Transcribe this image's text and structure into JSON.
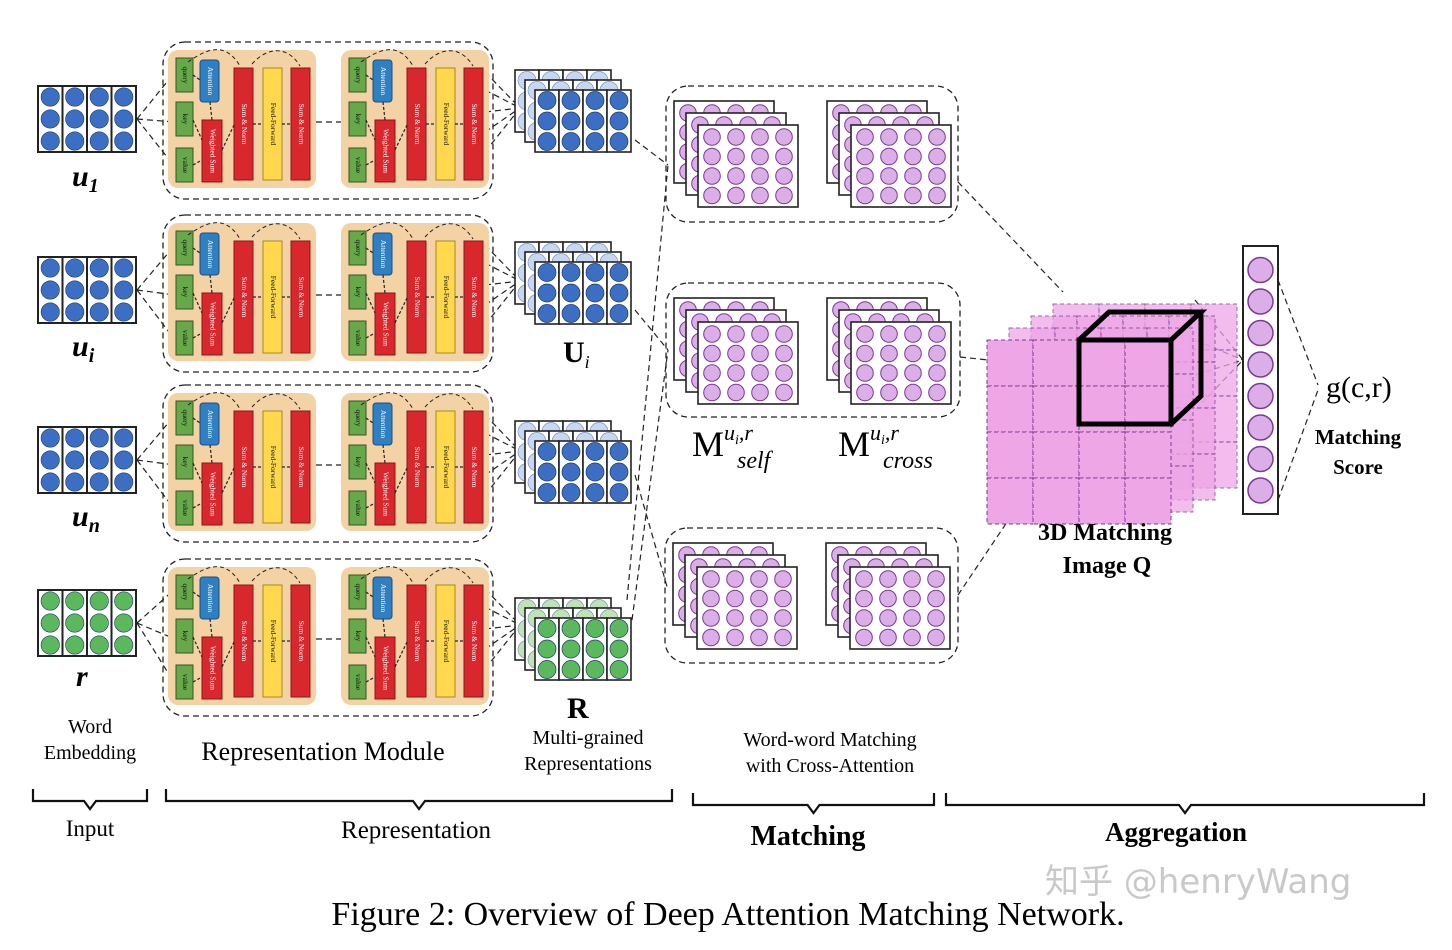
{
  "inputs": [
    {
      "label": "u",
      "sub": "1",
      "color": "#3c6fc4"
    },
    {
      "label": "u",
      "sub": "i",
      "color": "#3c6fc4"
    },
    {
      "label": "u",
      "sub": "n",
      "color": "#3c6fc4"
    },
    {
      "label": "r",
      "sub": "",
      "color": "#5cb85c"
    }
  ],
  "block_labels": {
    "query": "query",
    "key": "key",
    "value": "value",
    "attention": "Attention",
    "weighted_sum": "Weighted Sum",
    "sum_norm": "Sum & Norm",
    "feed_forward": "Feed-Forward"
  },
  "rep_labels": {
    "U_i": "U",
    "U_i_sub": "i",
    "R": "R",
    "multi_grained_1": "Multi-grained",
    "multi_grained_2": "Representations"
  },
  "matching_labels": {
    "M_self": "M",
    "M_self_sup": "u",
    "M_self_sup_sub": "i",
    "M_self_sup_tail": ",r",
    "M_self_sub": "self",
    "M_cross": "M",
    "M_cross_sup": "u",
    "M_cross_sup_sub": "i",
    "M_cross_sup_tail": ",r",
    "M_cross_sub": "cross",
    "word_matching_1": "Word-word Matching",
    "word_matching_2": "with Cross-Attention"
  },
  "aggregation_labels": {
    "image_q_1": "3D Matching",
    "image_q_2": "Image Q",
    "g": "g(c,r)",
    "matching_score_1": "Matching",
    "matching_score_2": "Score"
  },
  "column_labels": {
    "word_embedding_1": "Word",
    "word_embedding_2": "Embedding",
    "representation_module": "Representation Module"
  },
  "stages": {
    "input": "Input",
    "representation": "Representation",
    "matching": "Matching",
    "aggregation": "Aggregation"
  },
  "caption": "Figure 2: Overview of Deep Attention Matching Network.",
  "watermark": "知乎 @henryWang",
  "colors": {
    "blue_dot": "#3c6fc4",
    "green_dot": "#5cb85c",
    "purple_fill": "#dcaee8",
    "purple_stroke": "#7a3a94",
    "module_bg": "#f3d2a6",
    "attention": "#2f7fc1",
    "green_block": "#66a84a",
    "red_block": "#d8282e",
    "yellow_block": "#ffd84d",
    "cube_fill": "#eea6e6"
  }
}
